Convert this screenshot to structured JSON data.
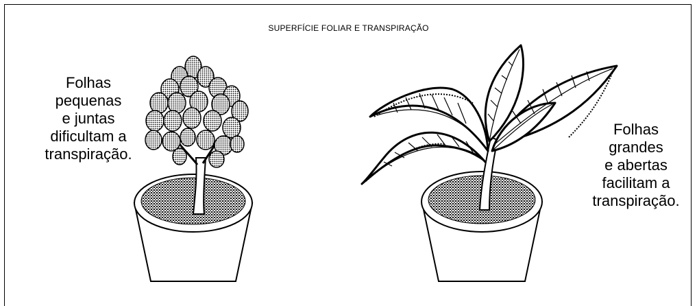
{
  "title": "SUPERFÍCIE FOLIAR E TRANSPIRAÇÃO",
  "left_caption": {
    "lines": [
      "Folhas",
      "pequenas",
      "e juntas",
      "dificultam a",
      "transpiração."
    ]
  },
  "right_caption": {
    "lines": [
      "Folhas",
      "grandes",
      "e abertas",
      "facilitam a",
      "transpiração."
    ]
  },
  "colors": {
    "ink": "#000000",
    "paper": "#ffffff",
    "soil": "#2a2a2a"
  }
}
